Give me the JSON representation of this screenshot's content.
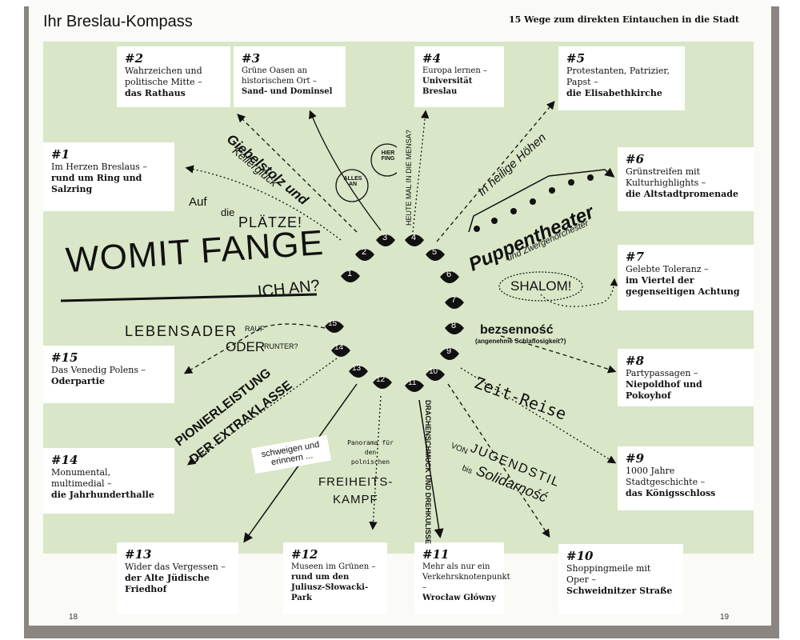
{
  "left_page": {
    "title": "Ihr Breslau-Kompass",
    "page_number": "18"
  },
  "right_page": {
    "subtitle": "15 Wege zum direkten Eintauchen in die Stadt",
    "page_number": "19"
  },
  "entries": {
    "e1": {
      "num": "#1",
      "desc": "Im Herzen Breslaus –",
      "highlight": "rund um Ring und Salzring"
    },
    "e2": {
      "num": "#2",
      "desc": "Wahrzeichen und politische Mitte –",
      "highlight": "das Rathaus"
    },
    "e3": {
      "num": "#3",
      "desc": "Grüne Oasen an historischem Ort –",
      "highlight": "Sand- und Dominsel"
    },
    "e4": {
      "num": "#4",
      "desc": "Europa lernen –",
      "highlight": "Universität Breslau"
    },
    "e5": {
      "num": "#5",
      "desc": "Protestanten, Patrizier, Papst –",
      "highlight": "die Elisabethkirche"
    },
    "e6": {
      "num": "#6",
      "desc": "Grünstreifen mit Kulturhighlights –",
      "highlight": "die Altstadtpromenade"
    },
    "e7": {
      "num": "#7",
      "desc": "Gelebte Toleranz –",
      "highlight": "im Viertel der gegenseitigen Achtung"
    },
    "e8": {
      "num": "#8",
      "desc": "Partypassagen –",
      "highlight": "Niepoldhof und Pokoyhof"
    },
    "e9": {
      "num": "#9",
      "desc": "1000 Jahre Stadtgeschichte –",
      "highlight": "das Königsschloss"
    },
    "e10": {
      "num": "#10",
      "desc": "Shoppingmeile mit Oper –",
      "highlight": "Schweidnitzer Straße"
    },
    "e11": {
      "num": "#11",
      "desc": "Mehr als nur ein Verkehrsknotenpunkt –",
      "highlight": "Wrocław Główny"
    },
    "e12": {
      "num": "#12",
      "desc": "Museen im Grünen –",
      "highlight": "rund um den Juliusz-Słowacki-Park"
    },
    "e13": {
      "num": "#13",
      "desc": "Wider das Vergessen –",
      "highlight": "der Alte Jüdische Friedhof"
    },
    "e14": {
      "num": "#14",
      "desc": "Monumental, multimedial –",
      "highlight": "die Jahrhunderthalle"
    },
    "e15": {
      "num": "#15",
      "desc": "Das Venedig Polens –",
      "highlight": "Oderpartie"
    }
  },
  "headline": {
    "main": "WOMIT FANGE",
    "tail": "ICH AN?"
  },
  "phrases": {
    "plaetze_a": "Auf",
    "plaetze_b": "die",
    "plaetze_c": "PLÄTZE!",
    "gebelstolz": "Giebelstolz und",
    "kellerglueck": "Kellerglück",
    "hier_fing": "HIER FING",
    "alles_an": "ALLES AN",
    "lebensader": "LEBENSADER",
    "rauf": "RAUF",
    "oder": "ODER",
    "runter": "RUNTER?",
    "pionier_1": "PIONIERLEISTUNG",
    "pionier_2": "DER EXTRAKLASSE",
    "schweigen": "schweigen und erinnern ...",
    "panorama": "Panorama für den polnischen",
    "freiheit_1": "FREIHEITS-",
    "freiheit_2": "KAMPF",
    "mensa": "HEUTE MAL IN DIE MENSA?",
    "heilige": "In heilige Höhen",
    "puppen": "Puppentheater",
    "zwerge": "und Zwergenorchester",
    "shalom": "SHALOM!",
    "bezsenno": "bezsenność",
    "schlaflos": "(angenehme Schlaflosigkeit?)",
    "zeitreise": "Zeit-Reise",
    "von": "VON",
    "jugendstil": "JUGENDSTIL",
    "bis": "bis",
    "solidarnosc": "Solidarność",
    "drachen": "DRACHENSCHMUCK UND DREHKULISSE"
  },
  "compass": {
    "left": [
      "1",
      "2",
      "3",
      "15",
      "14",
      "13",
      "12"
    ],
    "right": [
      "4",
      "5",
      "6",
      "7",
      "8",
      "9",
      "10",
      "11"
    ]
  }
}
